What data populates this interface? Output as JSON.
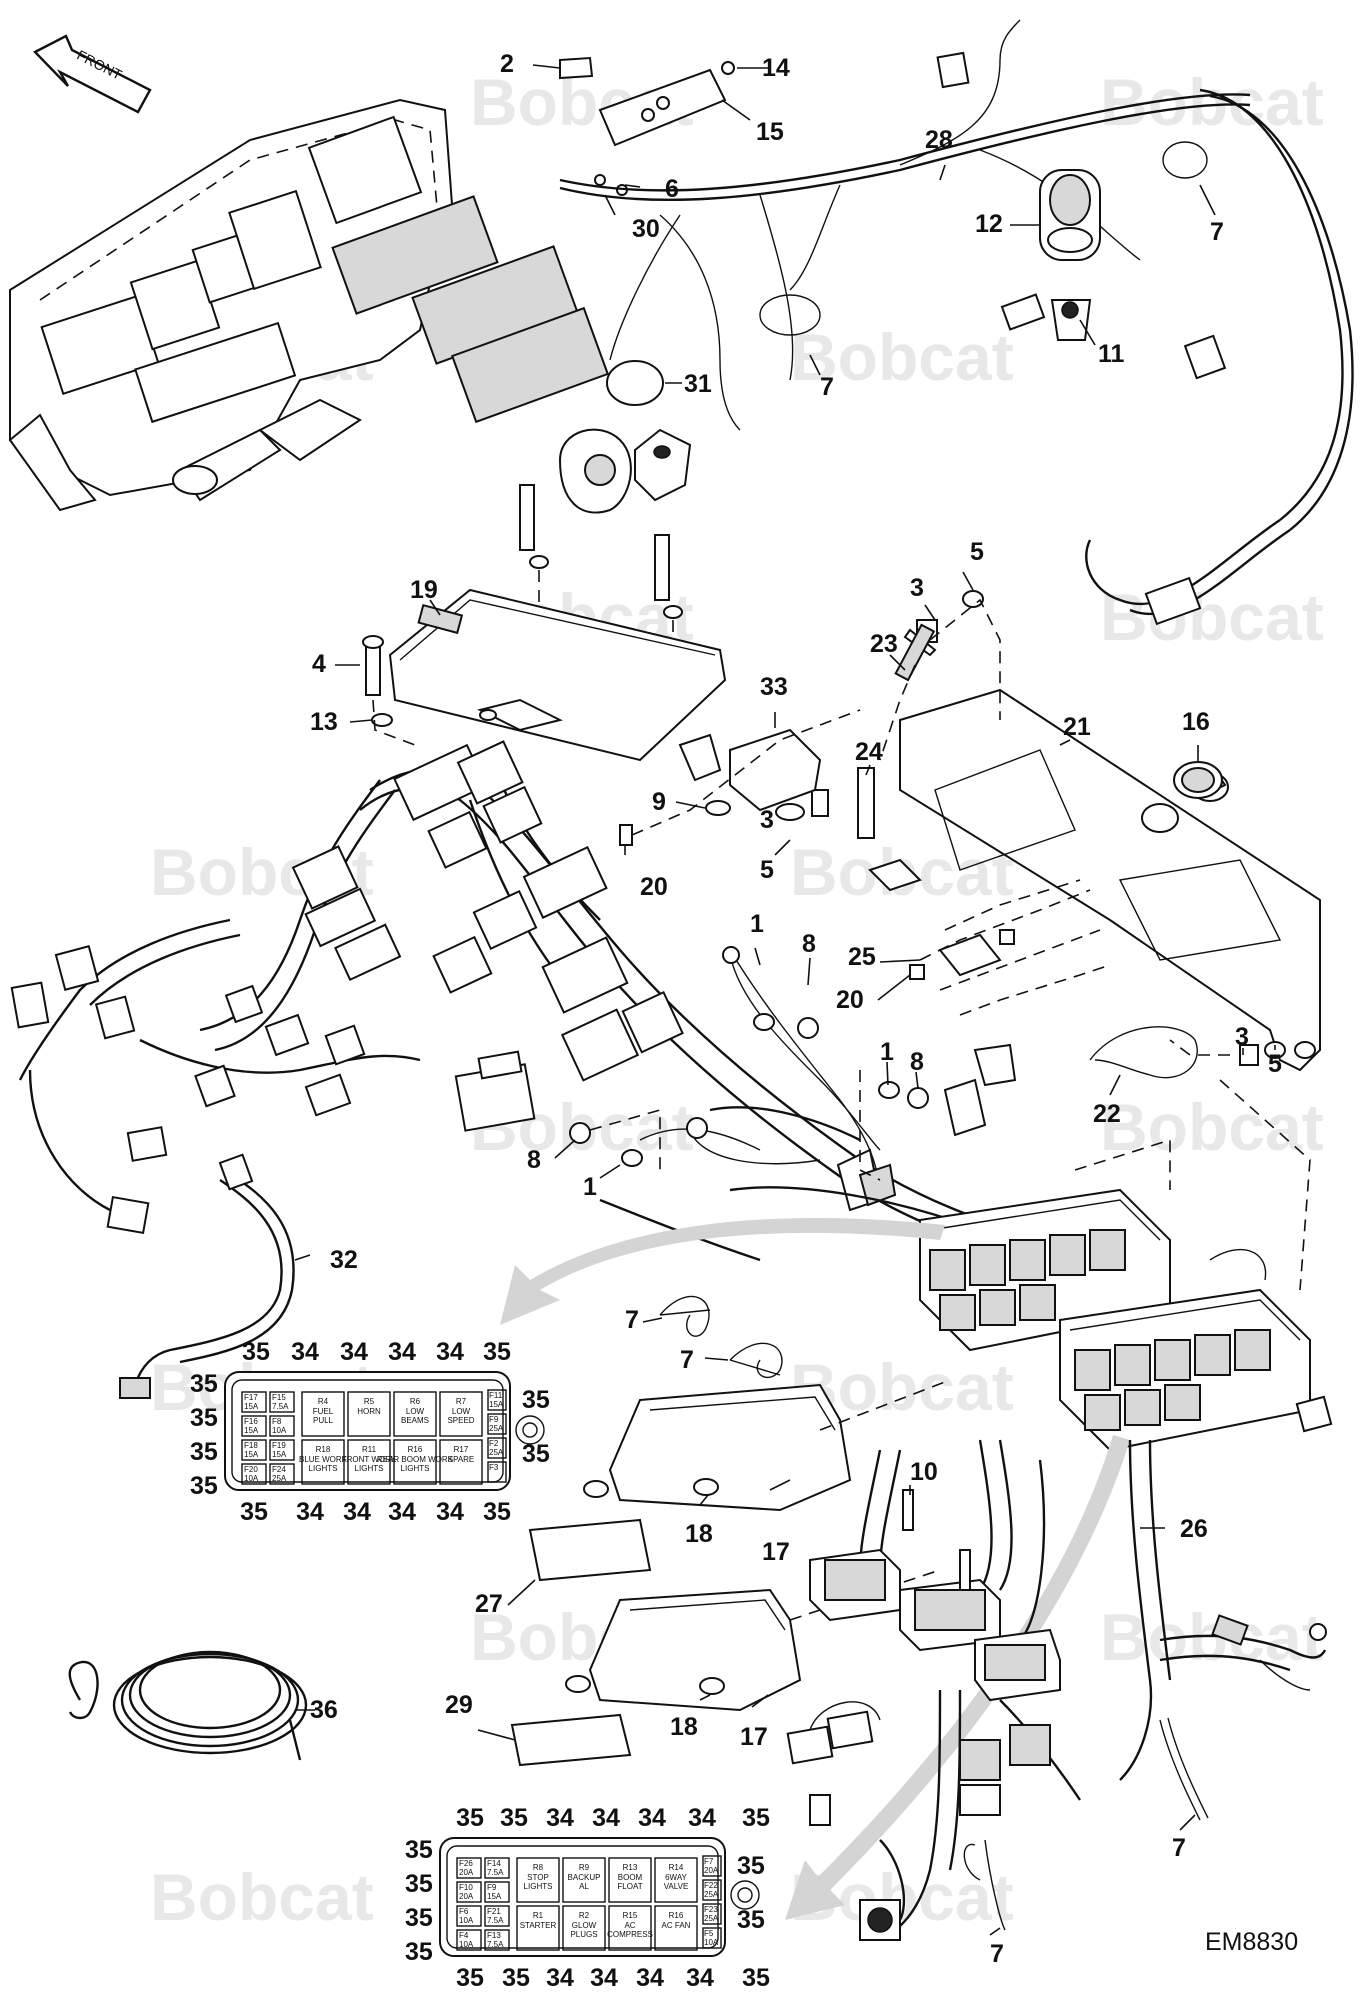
{
  "drawing": {
    "code": "EM8830",
    "watermark_text": "Bobcat",
    "front_label": "FRONT"
  },
  "callouts": [
    {
      "id": "c2",
      "label": "2"
    },
    {
      "id": "c14",
      "label": "14"
    },
    {
      "id": "c15",
      "label": "15"
    },
    {
      "id": "c6",
      "label": "6"
    },
    {
      "id": "c30",
      "label": "30"
    },
    {
      "id": "c28",
      "label": "28"
    },
    {
      "id": "c12",
      "label": "12"
    },
    {
      "id": "c7a",
      "label": "7"
    },
    {
      "id": "c7b",
      "label": "7"
    },
    {
      "id": "c11",
      "label": "11"
    },
    {
      "id": "c31",
      "label": "31"
    },
    {
      "id": "c19",
      "label": "19"
    },
    {
      "id": "c4",
      "label": "4"
    },
    {
      "id": "c13",
      "label": "13"
    },
    {
      "id": "c3a",
      "label": "3"
    },
    {
      "id": "c5a",
      "label": "5"
    },
    {
      "id": "c23",
      "label": "23"
    },
    {
      "id": "c33",
      "label": "33"
    },
    {
      "id": "c21",
      "label": "21"
    },
    {
      "id": "c16",
      "label": "16"
    },
    {
      "id": "c24",
      "label": "24"
    },
    {
      "id": "c9",
      "label": "9"
    },
    {
      "id": "c3b",
      "label": "3"
    },
    {
      "id": "c5b",
      "label": "5"
    },
    {
      "id": "c20a",
      "label": "20"
    },
    {
      "id": "c1a",
      "label": "1"
    },
    {
      "id": "c8a",
      "label": "8"
    },
    {
      "id": "c25",
      "label": "25"
    },
    {
      "id": "c20b",
      "label": "20"
    },
    {
      "id": "c3c",
      "label": "3"
    },
    {
      "id": "c5c",
      "label": "5"
    },
    {
      "id": "c1b",
      "label": "1"
    },
    {
      "id": "c8b",
      "label": "8"
    },
    {
      "id": "c22",
      "label": "22"
    },
    {
      "id": "c8c",
      "label": "8"
    },
    {
      "id": "c1c",
      "label": "1"
    },
    {
      "id": "c32",
      "label": "32"
    },
    {
      "id": "c7c",
      "label": "7"
    },
    {
      "id": "c7d",
      "label": "7"
    },
    {
      "id": "c10",
      "label": "10"
    },
    {
      "id": "c18a",
      "label": "18"
    },
    {
      "id": "c17a",
      "label": "17"
    },
    {
      "id": "c26",
      "label": "26"
    },
    {
      "id": "c27",
      "label": "27"
    },
    {
      "id": "c29",
      "label": "29"
    },
    {
      "id": "c18b",
      "label": "18"
    },
    {
      "id": "c17b",
      "label": "17"
    },
    {
      "id": "c36",
      "label": "36"
    },
    {
      "id": "c7e",
      "label": "7"
    },
    {
      "id": "c7f",
      "label": "7"
    }
  ],
  "fuse_panel_upper": {
    "top_labels": [
      "35",
      "34",
      "34",
      "34",
      "34",
      "35"
    ],
    "bottom_labels": [
      "35",
      "34",
      "34",
      "34",
      "34",
      "35"
    ],
    "left_labels": [
      "35",
      "35",
      "35",
      "35"
    ],
    "right_labels": [
      "35",
      "35"
    ],
    "left_fuses": [
      [
        "F17",
        "15A"
      ],
      [
        "F15",
        "7.5A"
      ],
      [
        "F16",
        "15A"
      ],
      [
        "F8",
        "10A"
      ],
      [
        "F18",
        "15A"
      ],
      [
        "F19",
        "15A"
      ],
      [
        "F20",
        "10A"
      ],
      [
        "F24",
        "25A"
      ]
    ],
    "right_fuses": [
      [
        "F11",
        "15A"
      ],
      [
        "F9",
        "25A"
      ],
      [
        "F2",
        "25A"
      ],
      [
        "F3",
        ""
      ]
    ],
    "relays": [
      [
        "R4",
        "FUEL",
        "PULL"
      ],
      [
        "R5",
        "HORN",
        ""
      ],
      [
        "R6",
        "LOW",
        "BEAMS"
      ],
      [
        "R7",
        "LOW",
        "SPEED"
      ],
      [
        "R18",
        "BLUE WORK",
        "LIGHTS"
      ],
      [
        "R11",
        "FRONT WORK",
        "LIGHTS"
      ],
      [
        "R16",
        "REAR BOOM WORK",
        "LIGHTS"
      ],
      [
        "R17",
        "SPARE",
        ""
      ]
    ]
  },
  "fuse_panel_lower": {
    "top_labels": [
      "35",
      "35",
      "34",
      "34",
      "34",
      "34",
      "35"
    ],
    "bottom_labels": [
      "35",
      "35",
      "34",
      "34",
      "34",
      "34",
      "35"
    ],
    "left_labels": [
      "35",
      "35",
      "35",
      "35"
    ],
    "right_labels": [
      "35",
      "35"
    ],
    "left_fuses": [
      [
        "F26",
        "20A"
      ],
      [
        "F14",
        "7.5A"
      ],
      [
        "F10",
        "20A"
      ],
      [
        "F9",
        "15A"
      ],
      [
        "F6",
        "10A"
      ],
      [
        "F21",
        "7.5A"
      ],
      [
        "F4",
        "10A"
      ],
      [
        "F13",
        "7.5A"
      ]
    ],
    "right_fuses": [
      [
        "F7",
        "20A"
      ],
      [
        "F22",
        "25A"
      ],
      [
        "F23",
        "25A"
      ],
      [
        "F5",
        "10A"
      ]
    ],
    "relays": [
      [
        "R8",
        "STOP",
        "LIGHTS"
      ],
      [
        "R9",
        "BACKUP",
        "AL"
      ],
      [
        "R13",
        "BOOM",
        "FLOAT"
      ],
      [
        "R14",
        "6WAY",
        "VALVE"
      ],
      [
        "R1",
        "STARTER",
        ""
      ],
      [
        "R2",
        "GLOW",
        "PLUGS"
      ],
      [
        "R15",
        "AC",
        "COMPRESS"
      ],
      [
        "R16",
        "AC FAN",
        ""
      ]
    ]
  }
}
